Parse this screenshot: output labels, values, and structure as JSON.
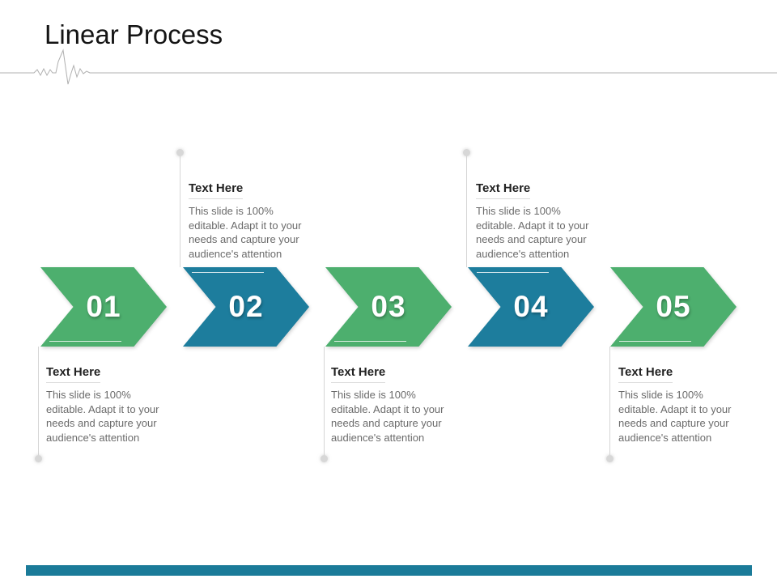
{
  "slide_title": "Linear Process",
  "colors": {
    "green": "#4daf6e",
    "teal": "#1d7d9d",
    "connector_gray": "#d6d6d6",
    "heading_text": "#222222",
    "body_text": "#6b6b6b",
    "bottom_bar": "#1b7b99"
  },
  "steps": [
    {
      "number": "01",
      "color_name": "green",
      "text_position": "below",
      "heading": "Text Here",
      "body": "This slide is 100% editable. Adapt it to your needs and capture your audience's attention"
    },
    {
      "number": "02",
      "color_name": "teal",
      "text_position": "above",
      "heading": "Text Here",
      "body": "This slide is 100% editable. Adapt it to your needs and capture your audience's attention"
    },
    {
      "number": "03",
      "color_name": "green",
      "text_position": "below",
      "heading": "Text Here",
      "body": "This slide is 100% editable. Adapt it to your needs and capture your audience's attention"
    },
    {
      "number": "04",
      "color_name": "teal",
      "text_position": "above",
      "heading": "Text Here",
      "body": "This slide is 100% editable. Adapt it to your needs and capture your audience's attention"
    },
    {
      "number": "05",
      "color_name": "green",
      "text_position": "below",
      "heading": "Text Here",
      "body": "This slide is 100% editable. Adapt it to your needs and capture your audience's attention"
    }
  ]
}
